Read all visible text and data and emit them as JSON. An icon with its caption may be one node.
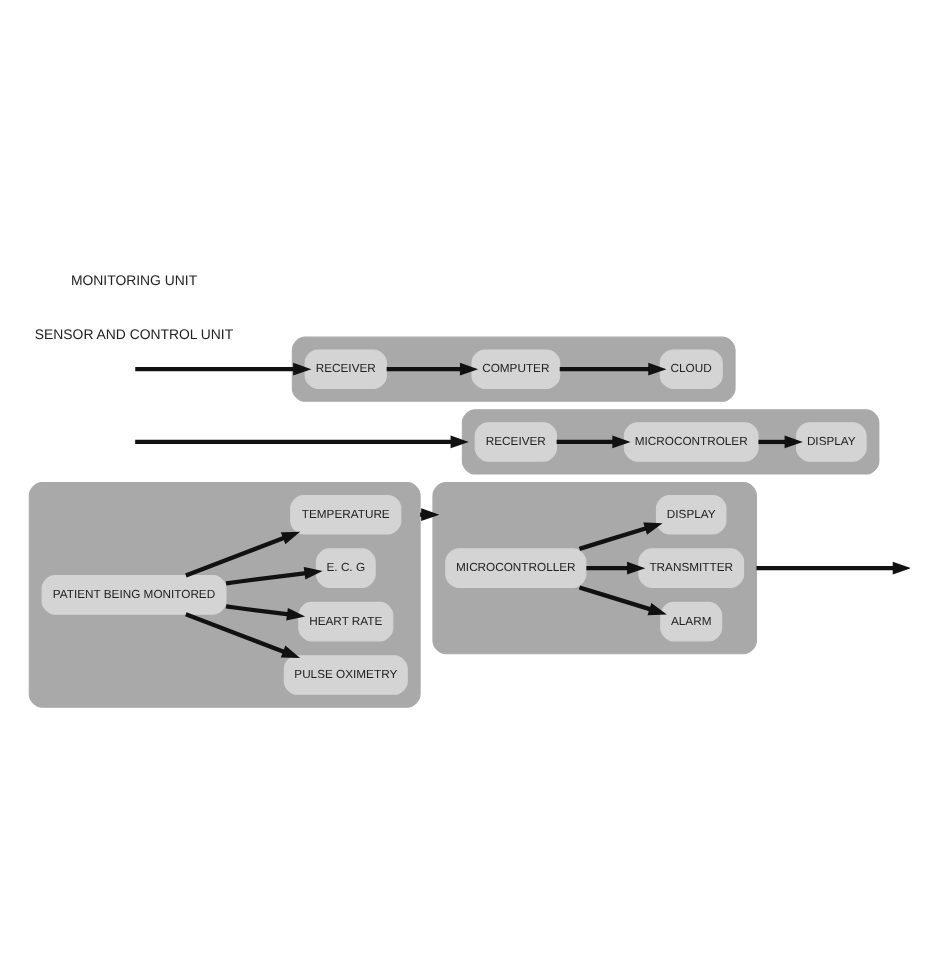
{
  "diagram": {
    "nodes": [
      {
        "text": [],
        "shape": "box"
      },
      {
        "text": [
          "PATIENT BEING MONITORED"
        ],
        "in": 0
      },
      {
        "text": [
          "PULSE OXIMETRY"
        ],
        "in": 0
      },
      {
        "text": [
          "HEART RATE"
        ],
        "in": 0
      },
      {
        "text": [
          "E. C. G"
        ],
        "in": 0
      },
      {
        "text": [
          "TEMPERATURE"
        ],
        "in": 0
      },
      {
        "text": [],
        "shape": "box"
      },
      {
        "text": [
          "DISPLAY"
        ],
        "in": 6
      },
      {
        "text": [
          "MICROCONTROLLER"
        ],
        "in": 6
      },
      {
        "text": [
          "ALARM"
        ],
        "in": 6
      },
      {
        "text": [
          "TRANSMITTER"
        ],
        "in": 6
      },
      {
        "text": [],
        "shape": "box"
      },
      {
        "text": [
          "RECEIVER"
        ],
        "in": 11
      },
      {
        "text": [
          "MICROCONTROLER"
        ],
        "in": 11
      },
      {
        "text": [
          "DISPLAY"
        ],
        "in": 11
      },
      {
        "text": [],
        "shape": "box"
      },
      {
        "text": [
          "RECEIVER"
        ],
        "in": 15
      },
      {
        "text": [
          "CLOUD"
        ],
        "in": 15
      },
      {
        "text": [
          "COMPUTER"
        ],
        "in": 15
      }
    ],
    "edges": [
      {
        "from": 1,
        "to": 2,
        "arrow": "to"
      },
      {
        "from": 1,
        "to": 3,
        "arrow": "to"
      },
      {
        "from": 1,
        "to": 4,
        "arrow": "to"
      },
      {
        "from": 1,
        "to": 5,
        "arrow": "to"
      },
      {
        "from": 0,
        "to": 6,
        "arrow": "to"
      },
      {
        "from": 8,
        "to": 7,
        "arrow": "to"
      },
      {
        "from": 8,
        "to": 9,
        "arrow": "to"
      },
      {
        "from": 8,
        "to": 10,
        "arrow": "to"
      },
      {
        "from": 6,
        "to": null,
        "arrow": "to"
      },
      {
        "from": null,
        "to": 11,
        "arrow": "to"
      },
      {
        "from": 12,
        "to": 13,
        "arrow": "to"
      },
      {
        "from": 13,
        "to": 14,
        "arrow": "to"
      },
      {
        "from": null,
        "to": 16,
        "arrow": "to"
      },
      {
        "from": 16,
        "to": 18,
        "arrow": "to"
      },
      {
        "from": 18,
        "to": 17,
        "arrow": "to"
      }
    ],
    "labels": [
      "SENSOR AND CONTROL UNIT",
      "MONITORING UNIT"
    ]
  }
}
